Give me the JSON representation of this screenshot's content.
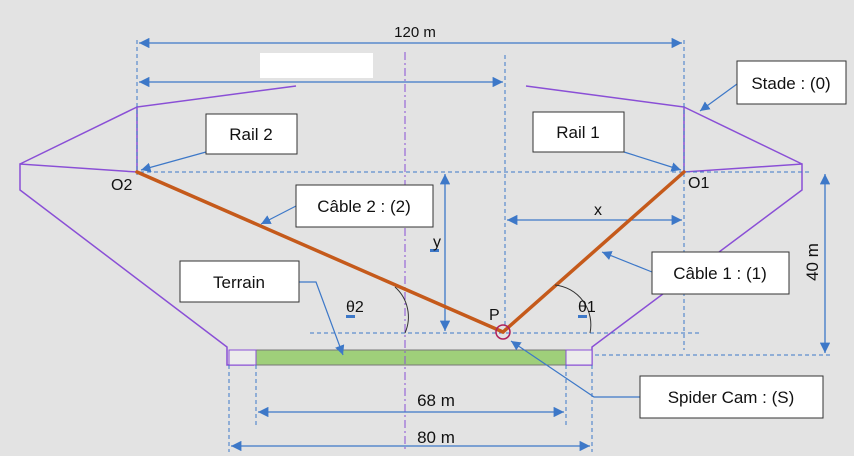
{
  "dimensions": {
    "top_width": "120 m",
    "height": "40 m",
    "field_length": "68 m",
    "bottom_width": "80 m"
  },
  "points": {
    "o1": "O1",
    "o2": "O2",
    "p": "P"
  },
  "variables": {
    "x": "x",
    "y": "y",
    "theta1": "θ1",
    "theta2": "θ2"
  },
  "callouts": {
    "stade": "Stade : (0)",
    "rail2": "Rail 2",
    "rail1": "Rail 1",
    "cable2": "Câble 2 : (2)",
    "cable1": "Câble 1 : (1)",
    "terrain": "Terrain",
    "spidercam": "Spider Cam : (S)"
  },
  "colors": {
    "stadium": "#8a4fd6",
    "cable": "#c55a1b",
    "dimension": "#3d78c8",
    "field": "#9fcf7a",
    "callout_border": "#333333"
  }
}
